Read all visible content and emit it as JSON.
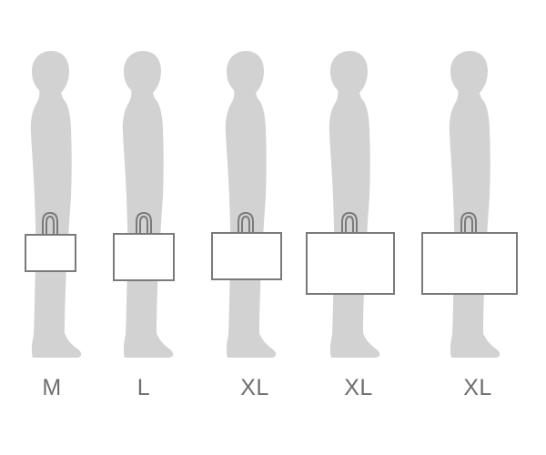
{
  "colors": {
    "silhouette": "#d2d2d2",
    "bag_stroke": "#7a7a7a",
    "bag_fill": "#ffffff",
    "label": "#6e6e6e"
  },
  "figures": [
    {
      "size": "M",
      "bag_icon": "tote-bag-icon"
    },
    {
      "size": "L",
      "bag_icon": "tote-bag-icon"
    },
    {
      "size": "XL",
      "bag_icon": "tote-bag-icon"
    },
    {
      "size": "XL",
      "bag_icon": "tote-bag-icon"
    },
    {
      "size": "XL",
      "bag_icon": "tote-bag-icon"
    }
  ]
}
